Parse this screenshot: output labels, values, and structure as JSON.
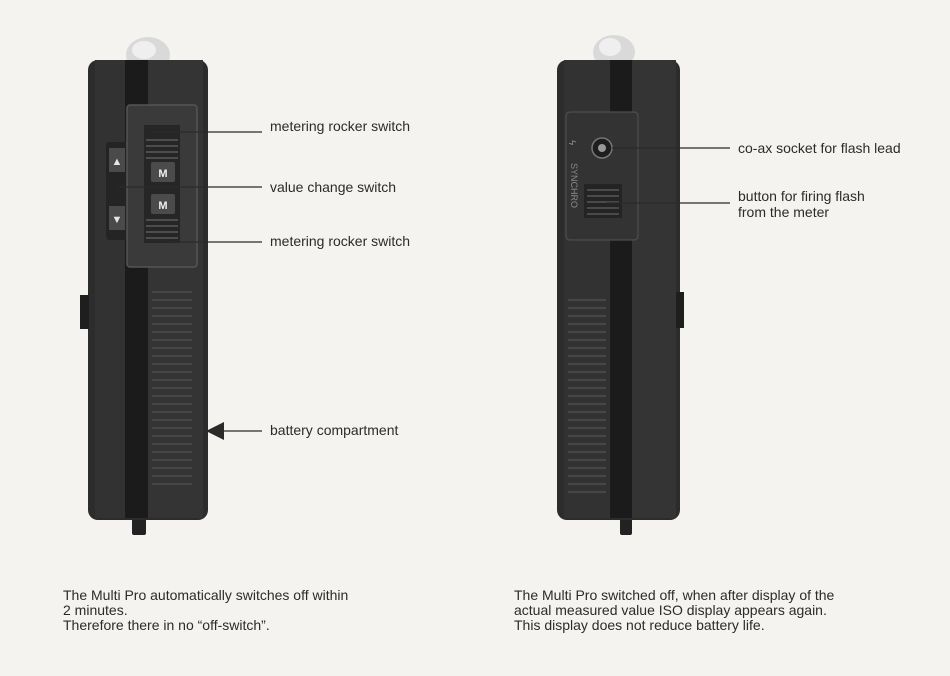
{
  "left_figure": {
    "labels": {
      "metering_rocker_top": "metering rocker switch",
      "value_change": "value change switch",
      "metering_rocker_bottom": "metering rocker switch",
      "battery": "battery compartment"
    },
    "button_glyphs": {
      "up": "▲",
      "down": "▼",
      "m1": "M",
      "m2": "M"
    }
  },
  "right_figure": {
    "labels": {
      "socket": "co-ax socket for flash lead",
      "flash_button_line1": "button for firing flash",
      "flash_button_line2": "from the meter"
    },
    "side_text": "SYNCHRO"
  },
  "captions": {
    "left": [
      "The Multi Pro automatically switches off within",
      "2 minutes.",
      "Therefore there in no “off-switch”."
    ],
    "right": [
      "The Multi Pro switched off, when after display of the",
      "actual measured value ISO display appears again.",
      "This display does not reduce battery life."
    ]
  },
  "colors": {
    "paper": "#f4f3ef",
    "body": "#2c2c2c",
    "dark": "#1a1a1a",
    "ink": "#2b2b2b"
  }
}
